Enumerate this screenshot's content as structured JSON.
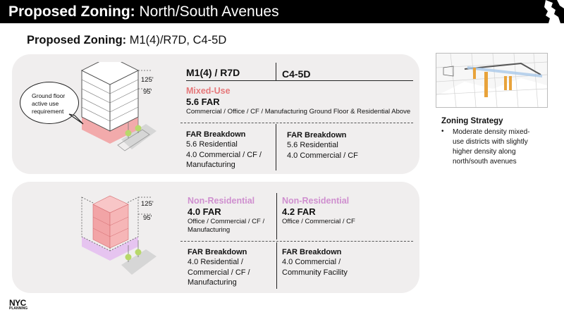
{
  "slide": {
    "title_bold": "Proposed Zoning:",
    "title_rest": " North/South Avenues",
    "subtitle_bold": "Proposed Zoning:",
    "subtitle_rest": " M1(4)/R7D, C4-5D"
  },
  "colors": {
    "mixed_use": "#e5787a",
    "non_residential": "#cf8fcf",
    "panel_bg": "#f0eeee",
    "header_bar": "#000000"
  },
  "columns": {
    "left": "M1(4) / R7D",
    "right": "C4-5D"
  },
  "mixed_use": {
    "category": "Mixed-Use",
    "far": "5.6 FAR",
    "description": "Commercial / Office / CF / Manufacturing Ground Floor & Residential Above",
    "left_breakdown": {
      "heading": "FAR Breakdown",
      "lines": [
        "5.6 Residential",
        "4.0 Commercial / CF /",
        "Manufacturing"
      ]
    },
    "right_breakdown": {
      "heading": "FAR Breakdown",
      "lines": [
        "5.6 Residential",
        "4.0 Commercial / CF"
      ]
    },
    "callout": [
      "Ground floor",
      "active use",
      "requirement"
    ],
    "height_labels": [
      "125'",
      "95'"
    ]
  },
  "non_residential": {
    "left": {
      "category": "Non-Residential",
      "far": "4.0 FAR",
      "description": [
        "Office / Commercial / CF /",
        "Manufacturing"
      ]
    },
    "right": {
      "category": "Non-Residential",
      "far": "4.2 FAR",
      "description": [
        "Office / Commercial / CF"
      ]
    },
    "left_breakdown": {
      "heading": "FAR Breakdown",
      "lines": [
        "4.0 Residential /",
        "Commercial / CF /",
        "Manufacturing"
      ]
    },
    "right_breakdown": {
      "heading": "FAR Breakdown",
      "lines": [
        "4.0 Commercial /",
        "Community Facility"
      ]
    },
    "height_labels": [
      "125'",
      "95'"
    ]
  },
  "strategy": {
    "title": "Zoning Strategy",
    "bullet": "•",
    "lines": [
      "Moderate density mixed-",
      "use districts with slightly",
      "higher density along",
      "north/south avenues"
    ]
  },
  "logo": {
    "line1": "NYC",
    "line2": "PLANNING"
  }
}
